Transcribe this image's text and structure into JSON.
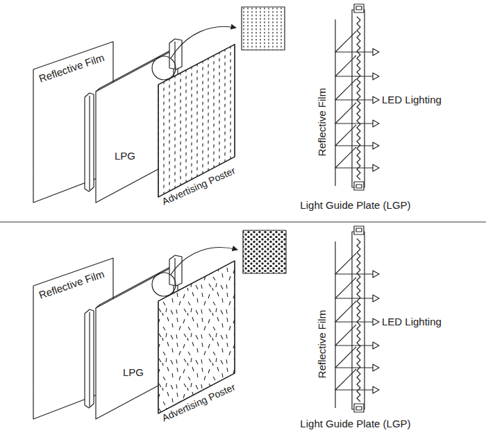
{
  "diagram": {
    "labels": [
      "Reflective Film",
      "LPG",
      "Advertising Poster",
      "Reflective Film",
      "LED Lighting",
      "Light Guide Plate (LGP)",
      "Reflective Film",
      "LPG",
      "Advertising Poster",
      "Reflective Film",
      "LED Lighting",
      "Light Guide Plate (LGP)"
    ]
  }
}
